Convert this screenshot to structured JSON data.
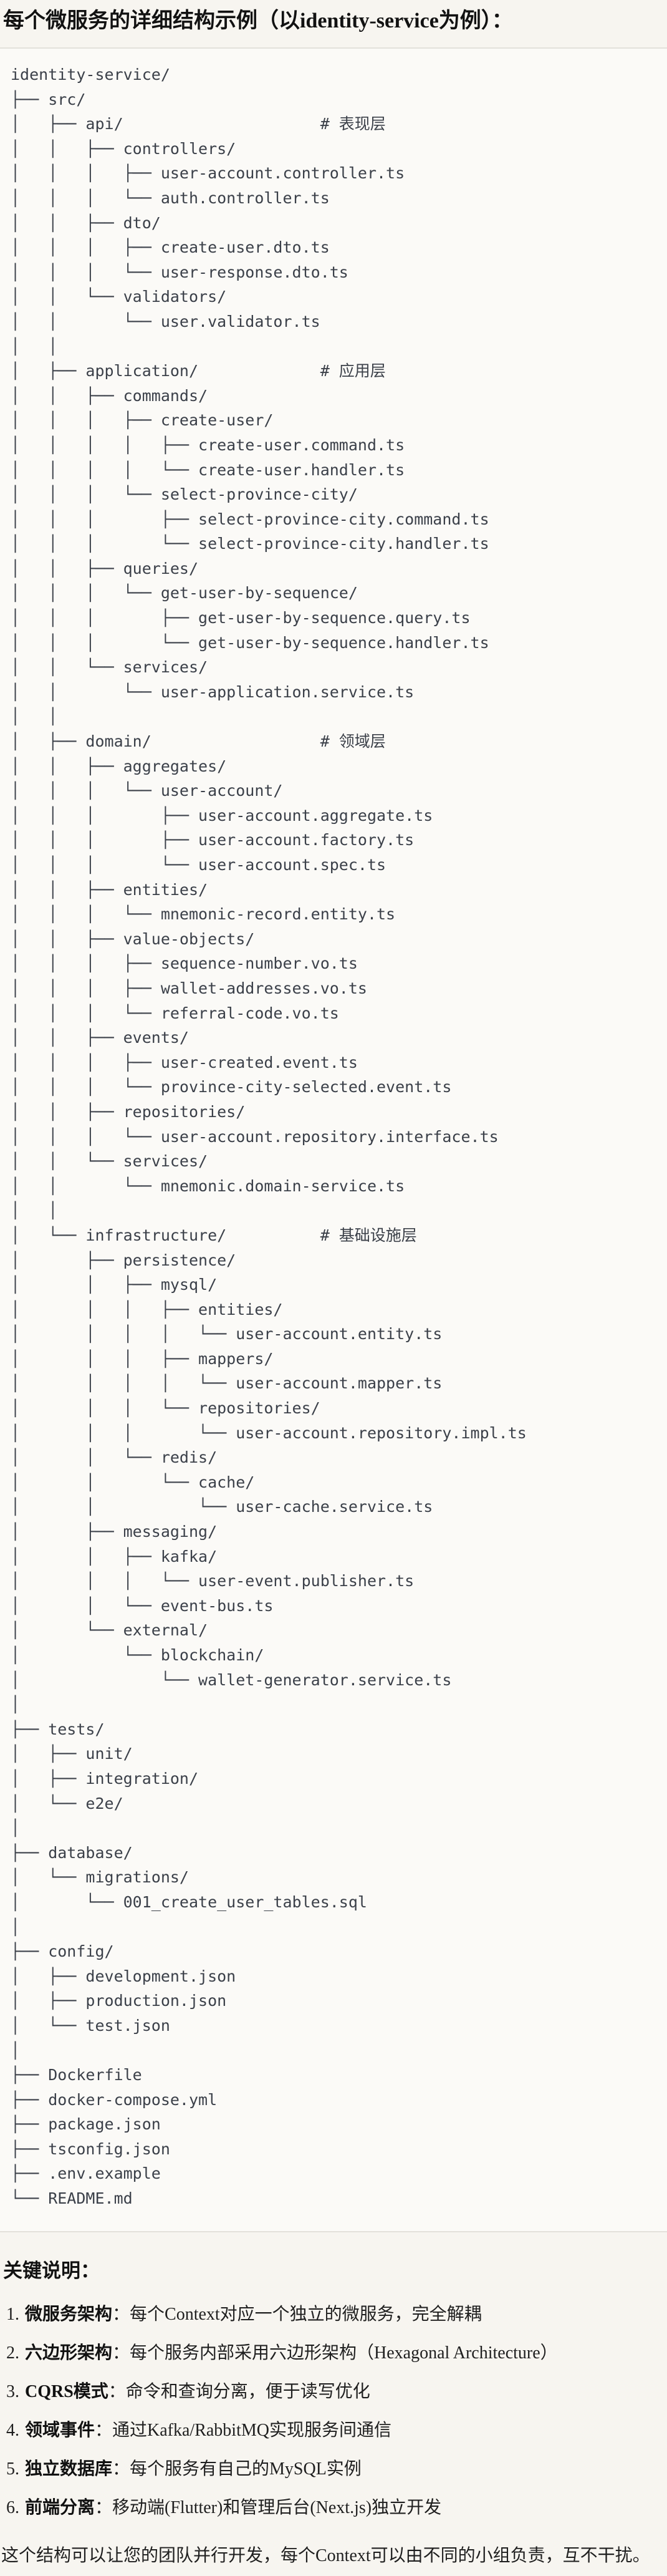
{
  "title": "每个微服务的详细结构示例（以identity-service为例）：",
  "code_block": {
    "language": "plaintext",
    "lines": [
      "identity-service/",
      "├── src/",
      "│   ├── api/                     # 表现层",
      "│   │   ├── controllers/",
      "│   │   │   ├── user-account.controller.ts",
      "│   │   │   └── auth.controller.ts",
      "│   │   ├── dto/",
      "│   │   │   ├── create-user.dto.ts",
      "│   │   │   └── user-response.dto.ts",
      "│   │   └── validators/",
      "│   │       └── user.validator.ts",
      "│   │",
      "│   ├── application/             # 应用层",
      "│   │   ├── commands/",
      "│   │   │   ├── create-user/",
      "│   │   │   │   ├── create-user.command.ts",
      "│   │   │   │   └── create-user.handler.ts",
      "│   │   │   └── select-province-city/",
      "│   │   │       ├── select-province-city.command.ts",
      "│   │   │       └── select-province-city.handler.ts",
      "│   │   ├── queries/",
      "│   │   │   └── get-user-by-sequence/",
      "│   │   │       ├── get-user-by-sequence.query.ts",
      "│   │   │       └── get-user-by-sequence.handler.ts",
      "│   │   └── services/",
      "│   │       └── user-application.service.ts",
      "│   │",
      "│   ├── domain/                  # 领域层",
      "│   │   ├── aggregates/",
      "│   │   │   └── user-account/",
      "│   │   │       ├── user-account.aggregate.ts",
      "│   │   │       ├── user-account.factory.ts",
      "│   │   │       └── user-account.spec.ts",
      "│   │   ├── entities/",
      "│   │   │   └── mnemonic-record.entity.ts",
      "│   │   ├── value-objects/",
      "│   │   │   ├── sequence-number.vo.ts",
      "│   │   │   ├── wallet-addresses.vo.ts",
      "│   │   │   └── referral-code.vo.ts",
      "│   │   ├── events/",
      "│   │   │   ├── user-created.event.ts",
      "│   │   │   └── province-city-selected.event.ts",
      "│   │   ├── repositories/",
      "│   │   │   └── user-account.repository.interface.ts",
      "│   │   └── services/",
      "│   │       └── mnemonic.domain-service.ts",
      "│   │",
      "│   └── infrastructure/          # 基础设施层",
      "│       ├── persistence/",
      "│       │   ├── mysql/",
      "│       │   │   ├── entities/",
      "│       │   │   │   └── user-account.entity.ts",
      "│       │   │   ├── mappers/",
      "│       │   │   │   └── user-account.mapper.ts",
      "│       │   │   └── repositories/",
      "│       │   │       └── user-account.repository.impl.ts",
      "│       │   └── redis/",
      "│       │       └── cache/",
      "│       │           └── user-cache.service.ts",
      "│       ├── messaging/",
      "│       │   ├── kafka/",
      "│       │   │   └── user-event.publisher.ts",
      "│       │   └── event-bus.ts",
      "│       └── external/",
      "│           └── blockchain/",
      "│               └── wallet-generator.service.ts",
      "│",
      "├── tests/",
      "│   ├── unit/",
      "│   ├── integration/",
      "│   └── e2e/",
      "│",
      "├── database/",
      "│   └── migrations/",
      "│       └── 001_create_user_tables.sql",
      "│",
      "├── config/",
      "│   ├── development.json",
      "│   ├── production.json",
      "│   └── test.json",
      "│",
      "├── Dockerfile",
      "├── docker-compose.yml",
      "├── package.json",
      "├── tsconfig.json",
      "├── .env.example",
      "└── README.md"
    ]
  },
  "notes_heading": "关键说明：",
  "notes": [
    {
      "num": "1.",
      "label": "微服务架构",
      "text": "：每个Context对应一个独立的微服务，完全解耦"
    },
    {
      "num": "2.",
      "label": "六边形架构",
      "text": "：每个服务内部采用六边形架构（Hexagonal Architecture）"
    },
    {
      "num": "3.",
      "label": "CQRS模式",
      "text": "：命令和查询分离，便于读写优化"
    },
    {
      "num": "4.",
      "label": "领域事件",
      "text": "：通过Kafka/RabbitMQ实现服务间通信"
    },
    {
      "num": "5.",
      "label": "独立数据库",
      "text": "：每个服务有自己的MySQL实例"
    },
    {
      "num": "6.",
      "label": "前端分离",
      "text": "：移动端(Flutter)和管理后台(Next.js)独立开发"
    }
  ],
  "footer_paragraph": "这个结构可以让您的团队并行开发，每个Context可以由不同的小组负责，互不干扰。",
  "colors": {
    "page_background": "#f7f5f0",
    "code_background": "#fbfaf7",
    "code_border": "#e3e1db",
    "code_text": "#3b4049",
    "heading_text": "#121212"
  }
}
